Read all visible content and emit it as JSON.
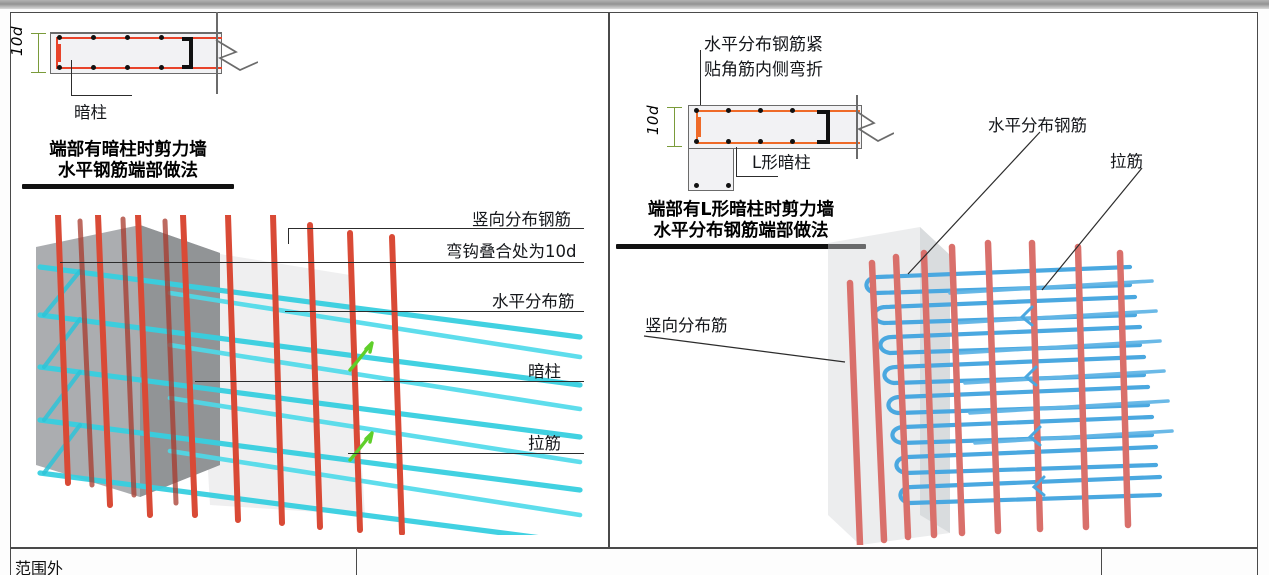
{
  "meta": {
    "bg_color": "#ffffff",
    "frame_color": "#4a4a4a"
  },
  "colors": {
    "rebar_vertical_red": "#d94a36",
    "rebar_horizontal_cyan": "#37cfe0",
    "rebar_tie_green": "#5fcf2a",
    "rebar_right_blue": "#4aa8e0",
    "rebar_right_red": "#d9706b",
    "concrete_gray": "#a9abad",
    "detail_red": "#e8432a",
    "dimension_green": "#7a9b3a"
  },
  "left_panel": {
    "detail": {
      "dimension_label": "10d",
      "callout_label": "暗柱"
    },
    "title": {
      "line1": "端部有暗柱时剪力墙",
      "line2": "水平钢筋端部做法"
    },
    "annotations": [
      {
        "label": "竖向分布钢筋"
      },
      {
        "label": "弯钩叠合处为10d"
      },
      {
        "label": "水平分布筋"
      },
      {
        "label": "暗柱"
      },
      {
        "label": "拉筋"
      }
    ]
  },
  "right_panel": {
    "detail": {
      "note_line1": "水平分布钢筋紧",
      "note_line2": "贴角筋内侧弯折",
      "dimension_label": "10d",
      "callout_label": "L形暗柱"
    },
    "title": {
      "line1": "端部有L形暗柱时剪力墙",
      "line2": "水平分布钢筋端部做法"
    },
    "annotations": [
      {
        "label": "水平分布钢筋"
      },
      {
        "label": "拉筋"
      },
      {
        "label": "竖向分布筋"
      }
    ]
  },
  "bottom_row": {
    "text": "范围外"
  }
}
